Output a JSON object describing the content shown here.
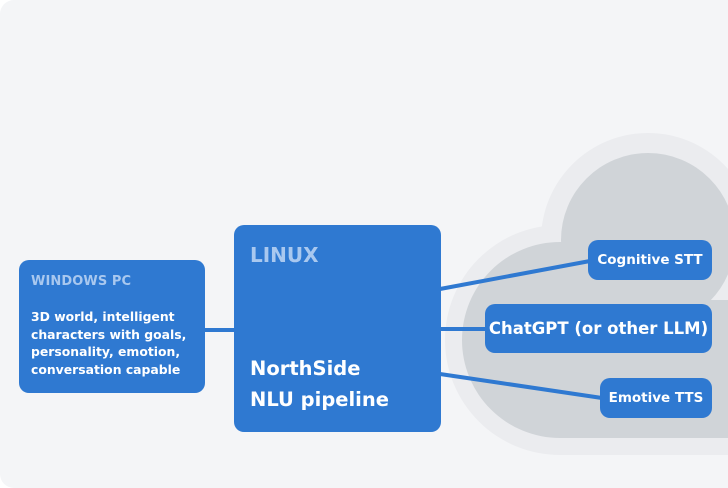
{
  "diagram": {
    "windows_pc": {
      "heading": "WINDOWS PC",
      "description": "3D world, intelligent characters with goals, personality, emotion, conversation capable",
      "lines": [
        "3D world, intelligent",
        "characters with goals,",
        "personality, emotion,",
        "conversation capable"
      ]
    },
    "linux": {
      "heading": "LINUX",
      "title_lines": [
        "NorthSide",
        "NLU pipeline"
      ]
    },
    "cloud_services": [
      {
        "label": "Cognitive STT"
      },
      {
        "label": "ChatGPT (or other LLM)"
      },
      {
        "label": "Emotive TTS"
      }
    ],
    "connections": [
      {
        "from": "WINDOWS PC",
        "to": "LINUX"
      },
      {
        "from": "LINUX",
        "to": "Cognitive STT"
      },
      {
        "from": "LINUX",
        "to": "ChatGPT (or other LLM)"
      },
      {
        "from": "LINUX",
        "to": "Emotive TTS"
      }
    ],
    "colors": {
      "background": "#f4f5f7",
      "box_fill": "#2f79d1",
      "heading_text": "#a9c8ef",
      "cloud_fill": "#d0d4d8",
      "cloud_halo": "#e8eaed",
      "connector": "#2f79d1"
    }
  }
}
